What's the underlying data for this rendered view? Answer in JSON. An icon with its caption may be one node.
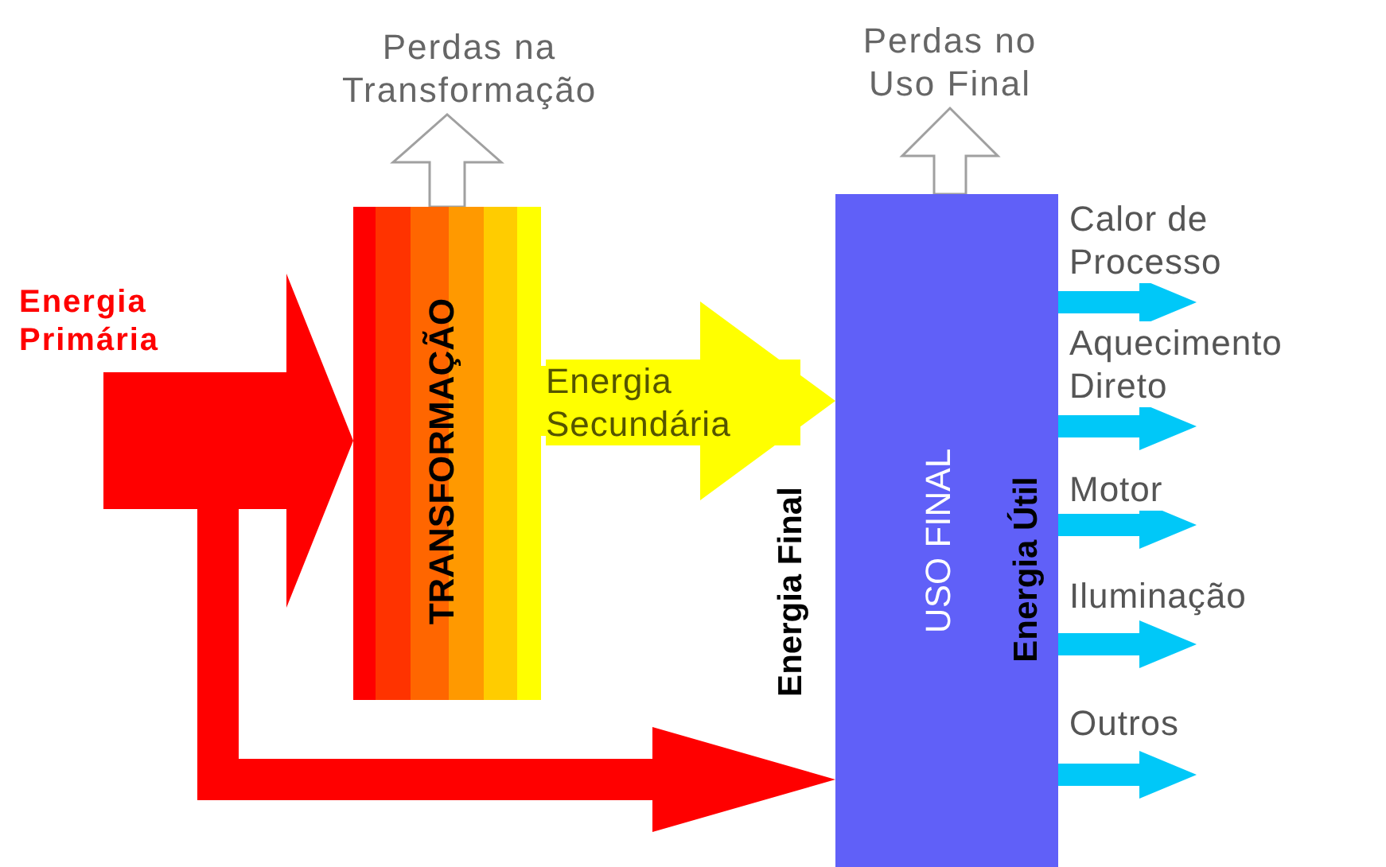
{
  "diagram": {
    "nodes": [
      {
        "text": [
          "Energia Primária"
        ]
      },
      {
        "text": [
          "TRANSFORMAÇÃO"
        ]
      },
      {
        "text": [
          "Perdas na Transformação"
        ]
      },
      {
        "text": [
          "USO FINAL",
          "Energia Útil"
        ],
        "beside": [
          "Energia Final"
        ]
      },
      {
        "text": [
          "Perdas no Uso Final"
        ]
      }
    ],
    "edges": [
      {
        "from": 0,
        "to": 1,
        "arrow": "to",
        "style": "thick",
        "color": "#ff0000"
      },
      {
        "from": 0,
        "to": 3,
        "arrow": "to",
        "style": "thick",
        "color": "#ff0000"
      },
      {
        "from": 1,
        "to": 2,
        "arrow": "to",
        "style": "thick",
        "color": "#ffffff"
      },
      {
        "from": 1,
        "to": 3,
        "arrow": "to",
        "label": "Energia Secundária",
        "style": "thick",
        "color": "#ffff00"
      },
      {
        "from": 3,
        "to": 4,
        "arrow": "to",
        "style": "thick",
        "color": "#ffffff"
      },
      {
        "from": 3,
        "to": null,
        "arrow": "to",
        "label": "Calor de Processo"
      },
      {
        "from": 3,
        "to": null,
        "arrow": "to",
        "label": "Aquecimento Direto"
      },
      {
        "from": 3,
        "to": null,
        "arrow": "to",
        "label": "Motor"
      },
      {
        "from": 3,
        "to": null,
        "arrow": "to",
        "label": "Iluminação"
      },
      {
        "from": 3,
        "to": null,
        "arrow": "to",
        "label": "Outros"
      }
    ]
  }
}
